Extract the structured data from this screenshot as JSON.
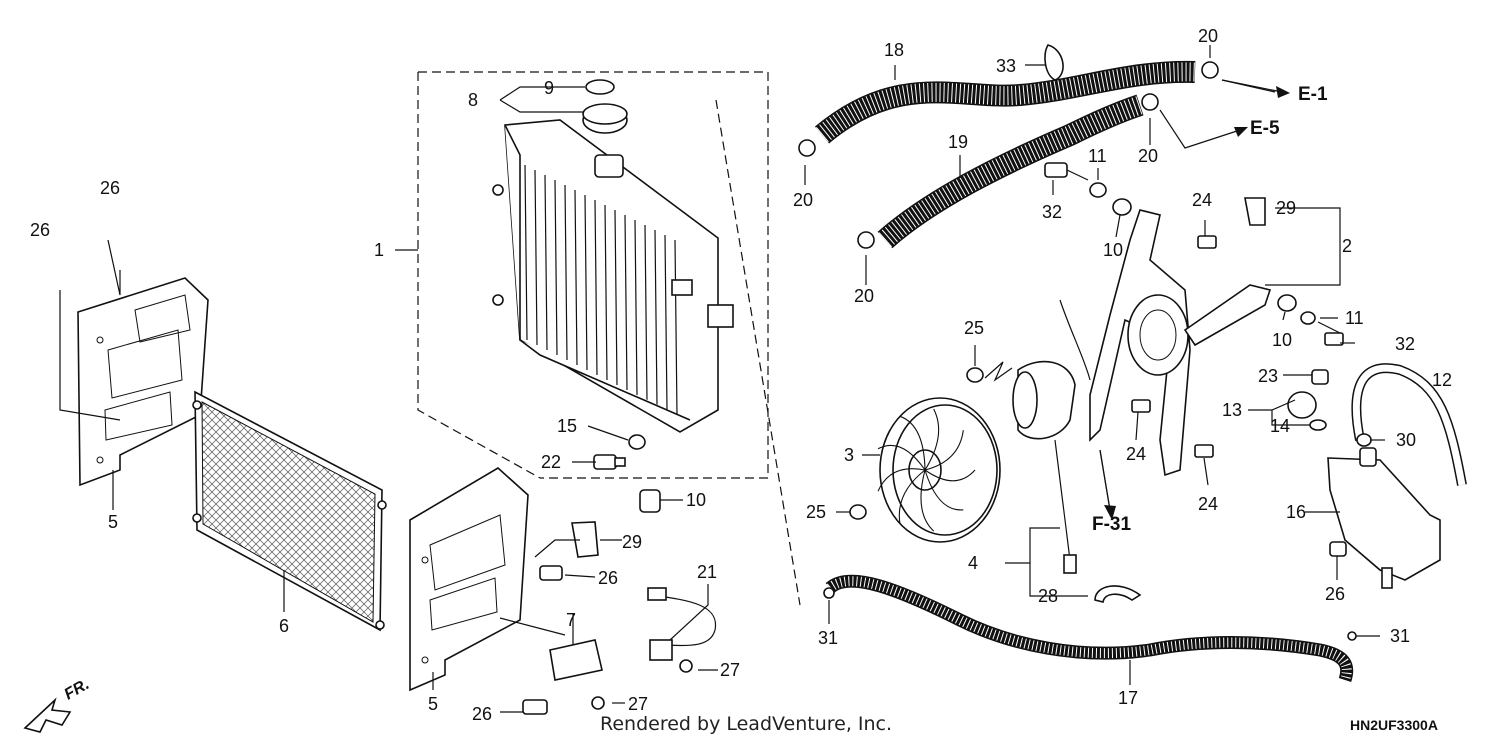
{
  "diagram": {
    "footer_credit": "Rendered by LeadVenture, Inc.",
    "diagram_code": "HN2UF3300A",
    "direction_label": "FR.",
    "callouts": {
      "c1": "1",
      "c2": "2",
      "c3": "3",
      "c4": "4",
      "c5a": "5",
      "c5b": "5",
      "c6": "6",
      "c7": "7",
      "c8": "8",
      "c9": "9",
      "c10a": "10",
      "c10b": "10",
      "c10c": "10",
      "c11a": "11",
      "c11b": "11",
      "c12": "12",
      "c13": "13",
      "c14": "14",
      "c15": "15",
      "c16": "16",
      "c17": "17",
      "c18": "18",
      "c19": "19",
      "c20a": "20",
      "c20b": "20",
      "c20c": "20",
      "c20d": "20",
      "c21": "21",
      "c22": "22",
      "c23": "23",
      "c24a": "24",
      "c24b": "24",
      "c24c": "24",
      "c25a": "25",
      "c25b": "25",
      "c26a": "26",
      "c26b": "26",
      "c26c": "26",
      "c26d": "26",
      "c26e": "26",
      "c27a": "27",
      "c27b": "27",
      "c28": "28",
      "c29a": "29",
      "c29b": "29",
      "c30": "30",
      "c31a": "31",
      "c31b": "31",
      "c32a": "32",
      "c32b": "32",
      "c33": "33"
    },
    "references": {
      "e1": "E-1",
      "e5": "E-5",
      "f31": "F-31"
    }
  }
}
